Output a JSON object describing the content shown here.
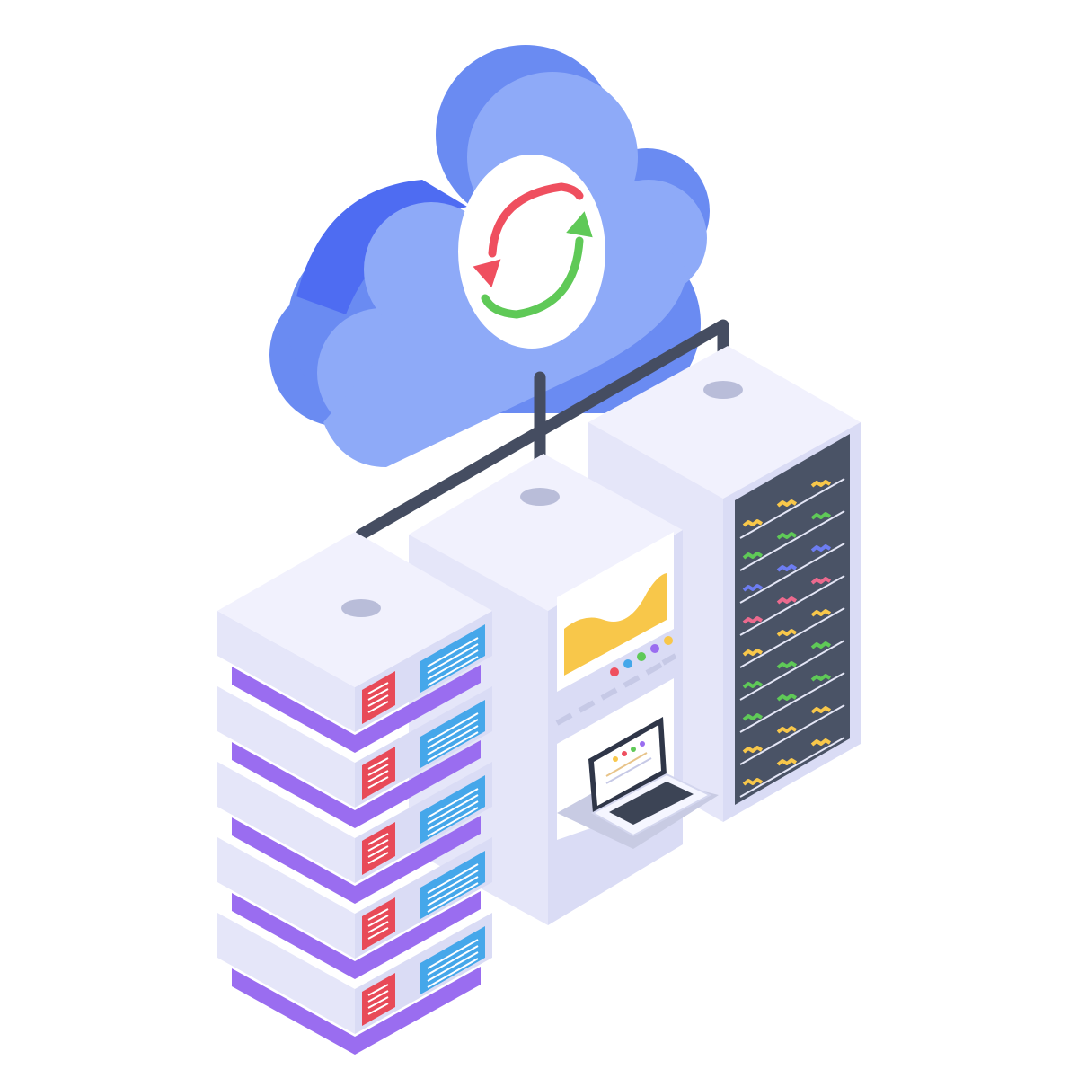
{
  "illustration": {
    "subject": "cloud-sync-data-center",
    "cloud_symbol": "sync-arrows",
    "rack_server_units": 5,
    "colors": {
      "background": "#ffffff",
      "cloud_front": "#8eaaf8",
      "cloud_side": "#5b7cf0",
      "cloud_dark_side": "#4e6cf2",
      "server_top": "#f1f1fd",
      "server_left": "#e5e6f9",
      "server_right": "#dadcf5",
      "server_stripe": "#9a6df0",
      "pipe": "#454d61",
      "sync_red": "#ef4f5f",
      "sync_green": "#5fc957",
      "label_red": "#e84a58",
      "label_blue": "#45a7ea",
      "rack_panel": "#4a5366",
      "led_yellow": "#f8c74a",
      "led_green": "#5fc957",
      "led_blue": "#6d7df2",
      "led_pink": "#ec6a8e",
      "chart_fill": "#f8c74a"
    }
  }
}
